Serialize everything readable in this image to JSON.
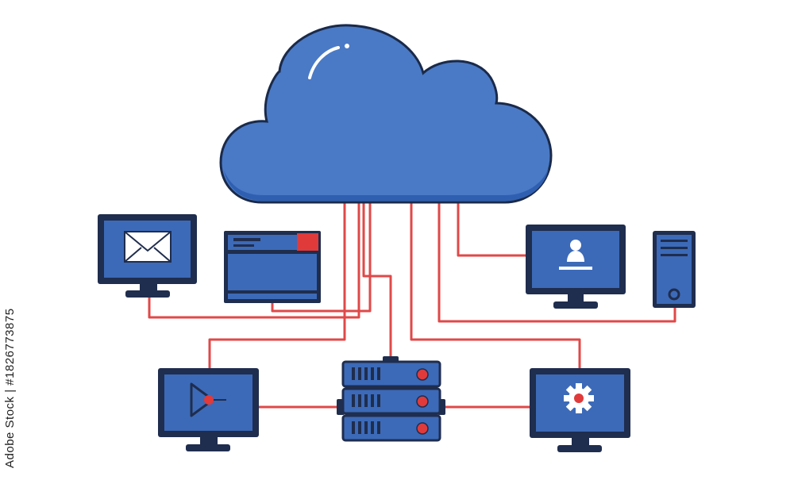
{
  "colors": {
    "cloud_fill": "#4a7ac6",
    "cloud_shadow": "#2f5fb0",
    "outline": "#1a2a4a",
    "device_fill": "#3c6ab8",
    "device_frame": "#1f2d4e",
    "wire": "#e04848",
    "accent_red": "#e03a3a",
    "background": "#ffffff"
  },
  "watermark": {
    "side_id": "Adobe Stock | #1826773875"
  },
  "diagram": {
    "hub": "cloud-icon",
    "nodes": [
      {
        "id": "email-monitor",
        "icon": "envelope-icon"
      },
      {
        "id": "browser-window",
        "icon": "window-icon"
      },
      {
        "id": "user-monitor",
        "icon": "user-icon"
      },
      {
        "id": "tower-pc",
        "icon": "computer-tower-icon"
      },
      {
        "id": "media-monitor",
        "icon": "play-icon"
      },
      {
        "id": "server-rack",
        "icon": "server-icon"
      },
      {
        "id": "settings-monitor",
        "icon": "gear-icon"
      }
    ],
    "connections": [
      [
        "cloud",
        "email-monitor"
      ],
      [
        "cloud",
        "browser-window"
      ],
      [
        "cloud",
        "user-monitor"
      ],
      [
        "cloud",
        "tower-pc"
      ],
      [
        "cloud",
        "media-monitor"
      ],
      [
        "cloud",
        "server-rack"
      ],
      [
        "cloud",
        "settings-monitor"
      ],
      [
        "media-monitor",
        "server-rack"
      ],
      [
        "server-rack",
        "settings-monitor"
      ]
    ]
  }
}
